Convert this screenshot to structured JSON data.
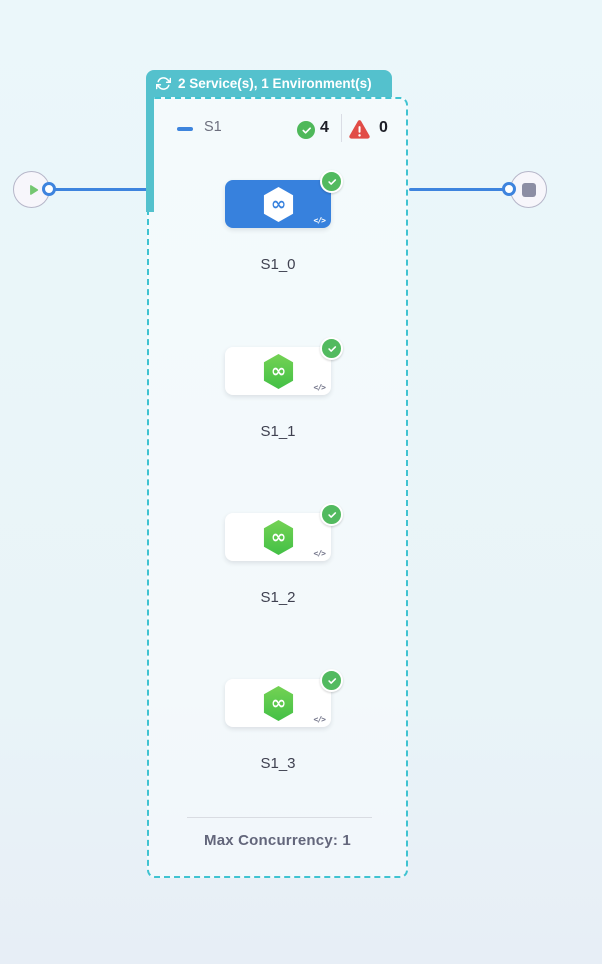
{
  "header": {
    "label": "2 Service(s), 1 Environment(s)",
    "icon": "loop-icon"
  },
  "stage": {
    "name": "S1",
    "success_count": "4",
    "error_count": "0",
    "max_concurrency": "Max Concurrency: 1"
  },
  "nodes": [
    {
      "label": "S1_0",
      "state": "selected",
      "status": "success"
    },
    {
      "label": "S1_1",
      "state": "default",
      "status": "success"
    },
    {
      "label": "S1_2",
      "state": "default",
      "status": "success"
    },
    {
      "label": "S1_3",
      "state": "default",
      "status": "success"
    }
  ],
  "icons": {
    "code_glyph": "</>",
    "hexagon_symbol": "∞"
  },
  "colors": {
    "teal": "#54c1cd",
    "dashed_border": "#40c3d1",
    "edge_blue": "#3e84de",
    "selected_card_blue": "#3781dd",
    "success_green": "#52ba5f",
    "service_green_top": "#74d254",
    "service_green_bottom": "#43c046",
    "error_red": "#e14c47",
    "background": "#e9f4f8"
  }
}
